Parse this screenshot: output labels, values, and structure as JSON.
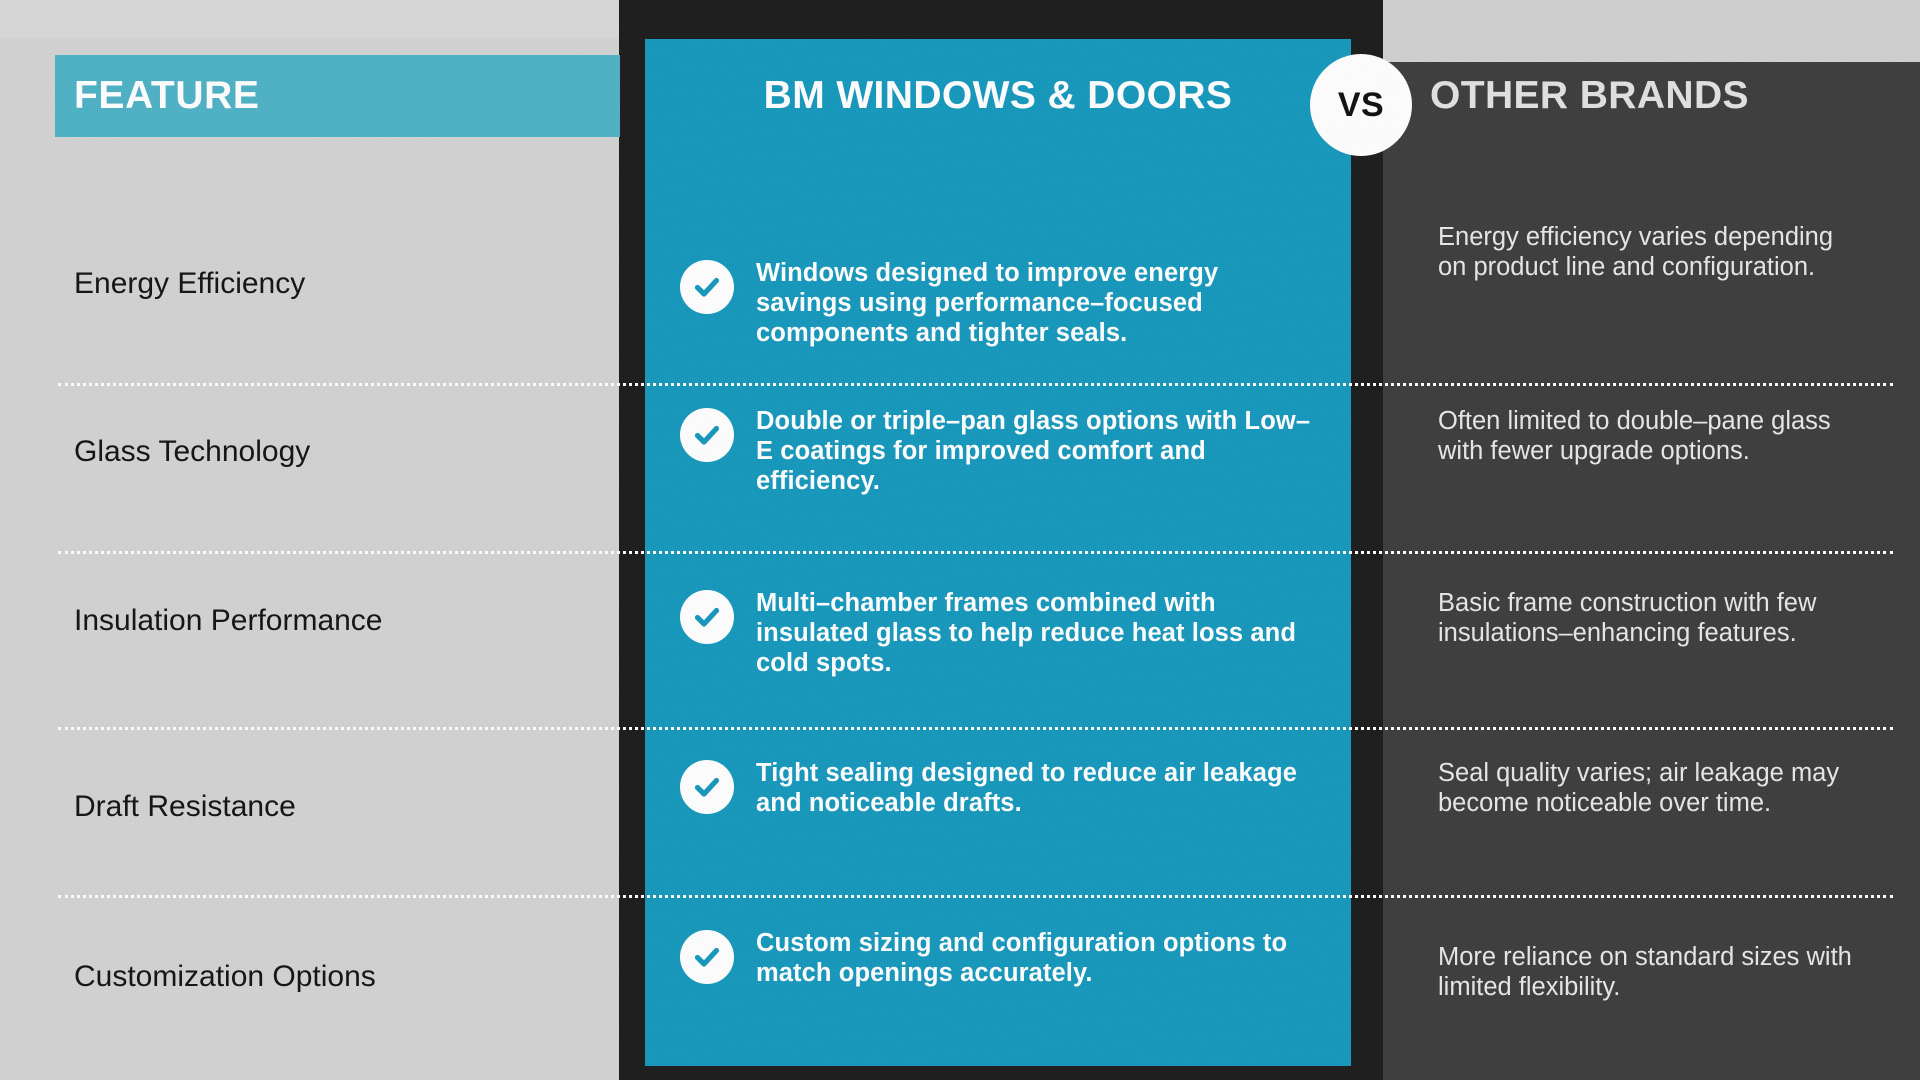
{
  "colors": {
    "background": "#d3d3d3",
    "feature_header_bar": "#4fb2c6",
    "brand_teal": "#1799bd",
    "dark_frame": "#1d1d1d",
    "other_panel": "#3e3e3e",
    "white": "#ffffff",
    "text_dark": "#141414",
    "text_light": "#e8e8e8"
  },
  "header": {
    "feature_label": "FEATURE",
    "brand_label": "BM WINDOWS & DOORS",
    "vs_label": "VS",
    "other_label": "OTHER BRANDS"
  },
  "rows": [
    {
      "feature": "Energy Efficiency",
      "brand": "Windows designed to improve energy savings using performance–focused components and tighter seals.",
      "other": "Energy efficiency varies depending on product line and configuration.",
      "check_icon": "check-circle-icon"
    },
    {
      "feature": "Glass Technology",
      "brand": "Double or triple–pan glass options with Low–E coatings for improved comfort and efficiency.",
      "other": "Often limited to double–pane glass with fewer upgrade options.",
      "check_icon": "check-circle-icon"
    },
    {
      "feature": "Insulation Performance",
      "brand": "Multi–chamber frames combined with insulated glass to help reduce heat loss and cold spots.",
      "other": "Basic frame construction with few insulations–enhancing features.",
      "check_icon": "check-circle-icon"
    },
    {
      "feature": "Draft Resistance",
      "brand": "Tight sealing designed to reduce air leakage and noticeable drafts.",
      "other": "Seal quality varies; air leakage may become noticeable over time.",
      "check_icon": "check-circle-icon"
    },
    {
      "feature": "Customization Options",
      "brand": "Custom sizing and configuration options to match openings accurately.",
      "other": "More reliance on standard sizes with limited flexibility.",
      "check_icon": "check-circle-icon"
    }
  ]
}
